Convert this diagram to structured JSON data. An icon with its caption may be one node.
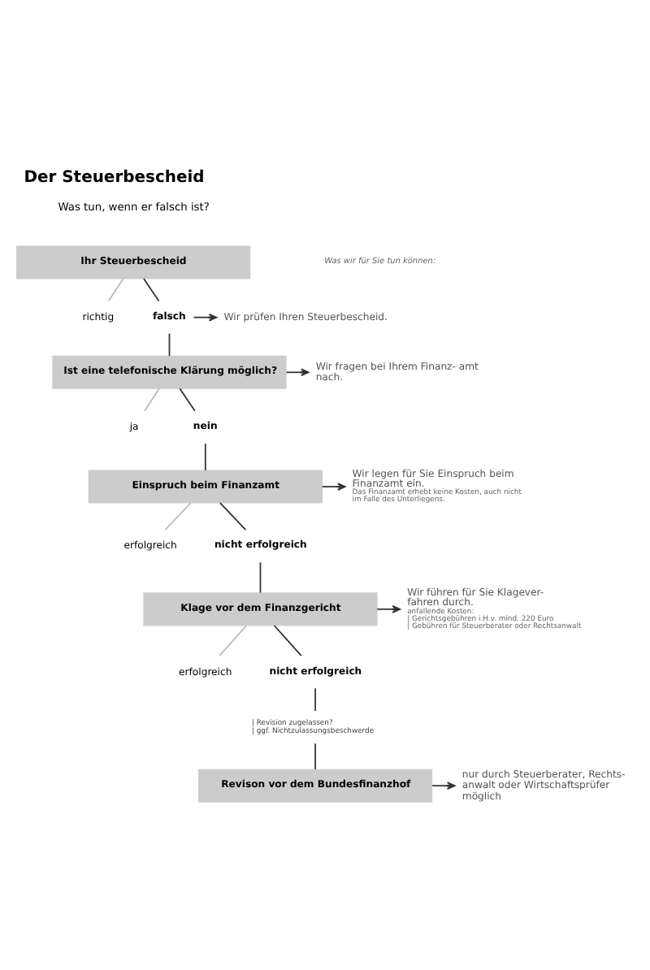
{
  "diagram": {
    "title": "Der Steuerbescheid",
    "nodes": [
      {
        "text": [
          "Ihr Steuerbescheid"
        ]
      },
      {
        "text": [
          "richtig"
        ]
      },
      {
        "text": [
          "falsch"
        ]
      },
      {
        "text": [
          "Wir prüfen Ihren Steuerbescheid."
        ]
      },
      {
        "text": [
          "Ist eine telefonische Klärung möglich?"
        ]
      },
      {
        "text": [
          "ja"
        ]
      },
      {
        "text": [
          "nein"
        ]
      },
      {
        "text": [
          "Wir fragen bei Ihrem Finanz- amt nach."
        ]
      },
      {
        "text": [
          "Einspruch beim Finanzamt"
        ]
      },
      {
        "text": [
          "erfolgreich"
        ]
      },
      {
        "text": [
          "nicht erfolgreich"
        ]
      },
      {
        "text": [
          "Wir legen für Sie Einspruch beim Finanzamt ein.",
          "Das Finanzamt erhebt keine Kosten, auch nicht im Falle des Unterliegens."
        ]
      },
      {
        "text": [
          "Klage vor dem Finanzgericht"
        ]
      },
      {
        "text": [
          "erfolgreich"
        ]
      },
      {
        "text": [
          "nicht erfolgreich"
        ]
      },
      {
        "text": [
          "Wir führen für Sie Klagever- fahren durch.",
          "anfallende Kosten:",
          "| Gerichtsgebühren i.H.v. mind. 220 Euro",
          "| Gebühren für Steuerberater oder Rechtsanwalt"
        ]
      },
      {
        "text": [
          "| Revision zugelassen?",
          "| ggf. Nichtzulassungsbeschwerde"
        ]
      },
      {
        "text": [
          "Revison vor dem Bundesfinanzhof"
        ]
      },
      {
        "text": [
          "nur durch Steuerberater, Rechts- anwalt oder Wirtschaftsprüfer möglich"
        ]
      }
    ],
    "edges": [
      {
        "from": 0,
        "to": 1,
        "arrow": "none",
        "color": "#bbbbbb"
      },
      {
        "from": 0,
        "to": 2,
        "arrow": "none"
      },
      {
        "from": 2,
        "to": 3,
        "arrow": "to"
      },
      {
        "from": 2,
        "to": 4,
        "arrow": "none"
      },
      {
        "from": 4,
        "to": 7,
        "arrow": "to"
      },
      {
        "from": 4,
        "to": 5,
        "arrow": "none",
        "color": "#bbbbbb"
      },
      {
        "from": 4,
        "to": 6,
        "arrow": "none"
      },
      {
        "from": 6,
        "to": 8,
        "arrow": "none"
      },
      {
        "from": 8,
        "to": 11,
        "arrow": "to"
      },
      {
        "from": 8,
        "to": 9,
        "arrow": "none",
        "color": "#bbbbbb"
      },
      {
        "from": 8,
        "to": 10,
        "arrow": "none"
      },
      {
        "from": 10,
        "to": 12,
        "arrow": "none"
      },
      {
        "from": 12,
        "to": 15,
        "arrow": "to"
      },
      {
        "from": 12,
        "to": 13,
        "arrow": "none",
        "color": "#bbbbbb"
      },
      {
        "from": 12,
        "to": 14,
        "arrow": "none"
      },
      {
        "from": 14,
        "to": 16,
        "arrow": "none"
      },
      {
        "from": 16,
        "to": 17,
        "arrow": "none"
      },
      {
        "from": 17,
        "to": 18,
        "arrow": "to"
      }
    ],
    "labels": [
      "Was tun, wenn er falsch ist?",
      "Was wir für Sie tun können:"
    ]
  }
}
